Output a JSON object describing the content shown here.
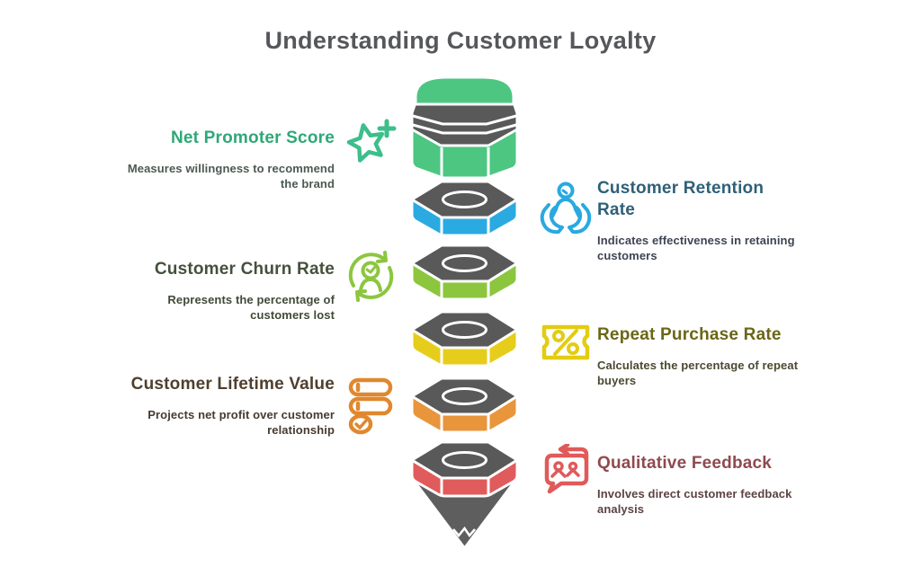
{
  "title": "Understanding Customer Loyalty",
  "title_color": "#56575b",
  "background_color": "#ffffff",
  "pencil": {
    "face_color": "#595959",
    "tip_color": "#5e5e5e",
    "outline_color": "#ffffff",
    "segments": [
      {
        "label": "eraser-top",
        "color": "#4dc682"
      },
      {
        "label": "blue-nut",
        "color": "#2baae1"
      },
      {
        "label": "green-nut",
        "color": "#8cc63f"
      },
      {
        "label": "yellow-nut",
        "color": "#e7cd1b"
      },
      {
        "label": "orange-nut",
        "color": "#e8953c"
      },
      {
        "label": "red-nut",
        "color": "#e05b5b"
      }
    ]
  },
  "sections": [
    {
      "heading": "Net Promoter Score",
      "description": "Measures willingness to recommend the brand",
      "side": "left",
      "heading_color": "#2ea878",
      "desc_color": "#4b5a51",
      "icon": "star-plus-icon",
      "icon_color": "#3dbe8b"
    },
    {
      "heading": "Customer Retention Rate",
      "description": "Indicates effectiveness in retaining customers",
      "side": "right",
      "heading_color": "#2f6078",
      "desc_color": "#3e4453",
      "icon": "hands-person-icon",
      "icon_color": "#29a9e0"
    },
    {
      "heading": "Customer Churn Rate",
      "description": "Represents the percentage of customers lost",
      "side": "left",
      "heading_color": "#44513c",
      "desc_color": "#404a39",
      "icon": "person-refresh-icon",
      "icon_color": "#8cc63f"
    },
    {
      "heading": "Repeat Purchase Rate",
      "description": "Calculates the percentage of repeat buyers",
      "side": "right",
      "heading_color": "#6b6616",
      "desc_color": "#4c4930",
      "icon": "ticket-percent-icon",
      "icon_color": "#e3cc12"
    },
    {
      "heading": "Customer Lifetime Value",
      "description": "Projects net profit over customer relationship",
      "side": "left",
      "heading_color": "#4f3f2d",
      "desc_color": "#473b31",
      "icon": "stacked-cards-check-icon",
      "icon_color": "#e0882f"
    },
    {
      "heading": "Qualitative Feedback",
      "description": "Involves direct customer feedback analysis",
      "side": "right",
      "heading_color": "#8f4a4e",
      "desc_color": "#5d4242",
      "icon": "chat-people-arrow-icon",
      "icon_color": "#e05a5a"
    }
  ]
}
